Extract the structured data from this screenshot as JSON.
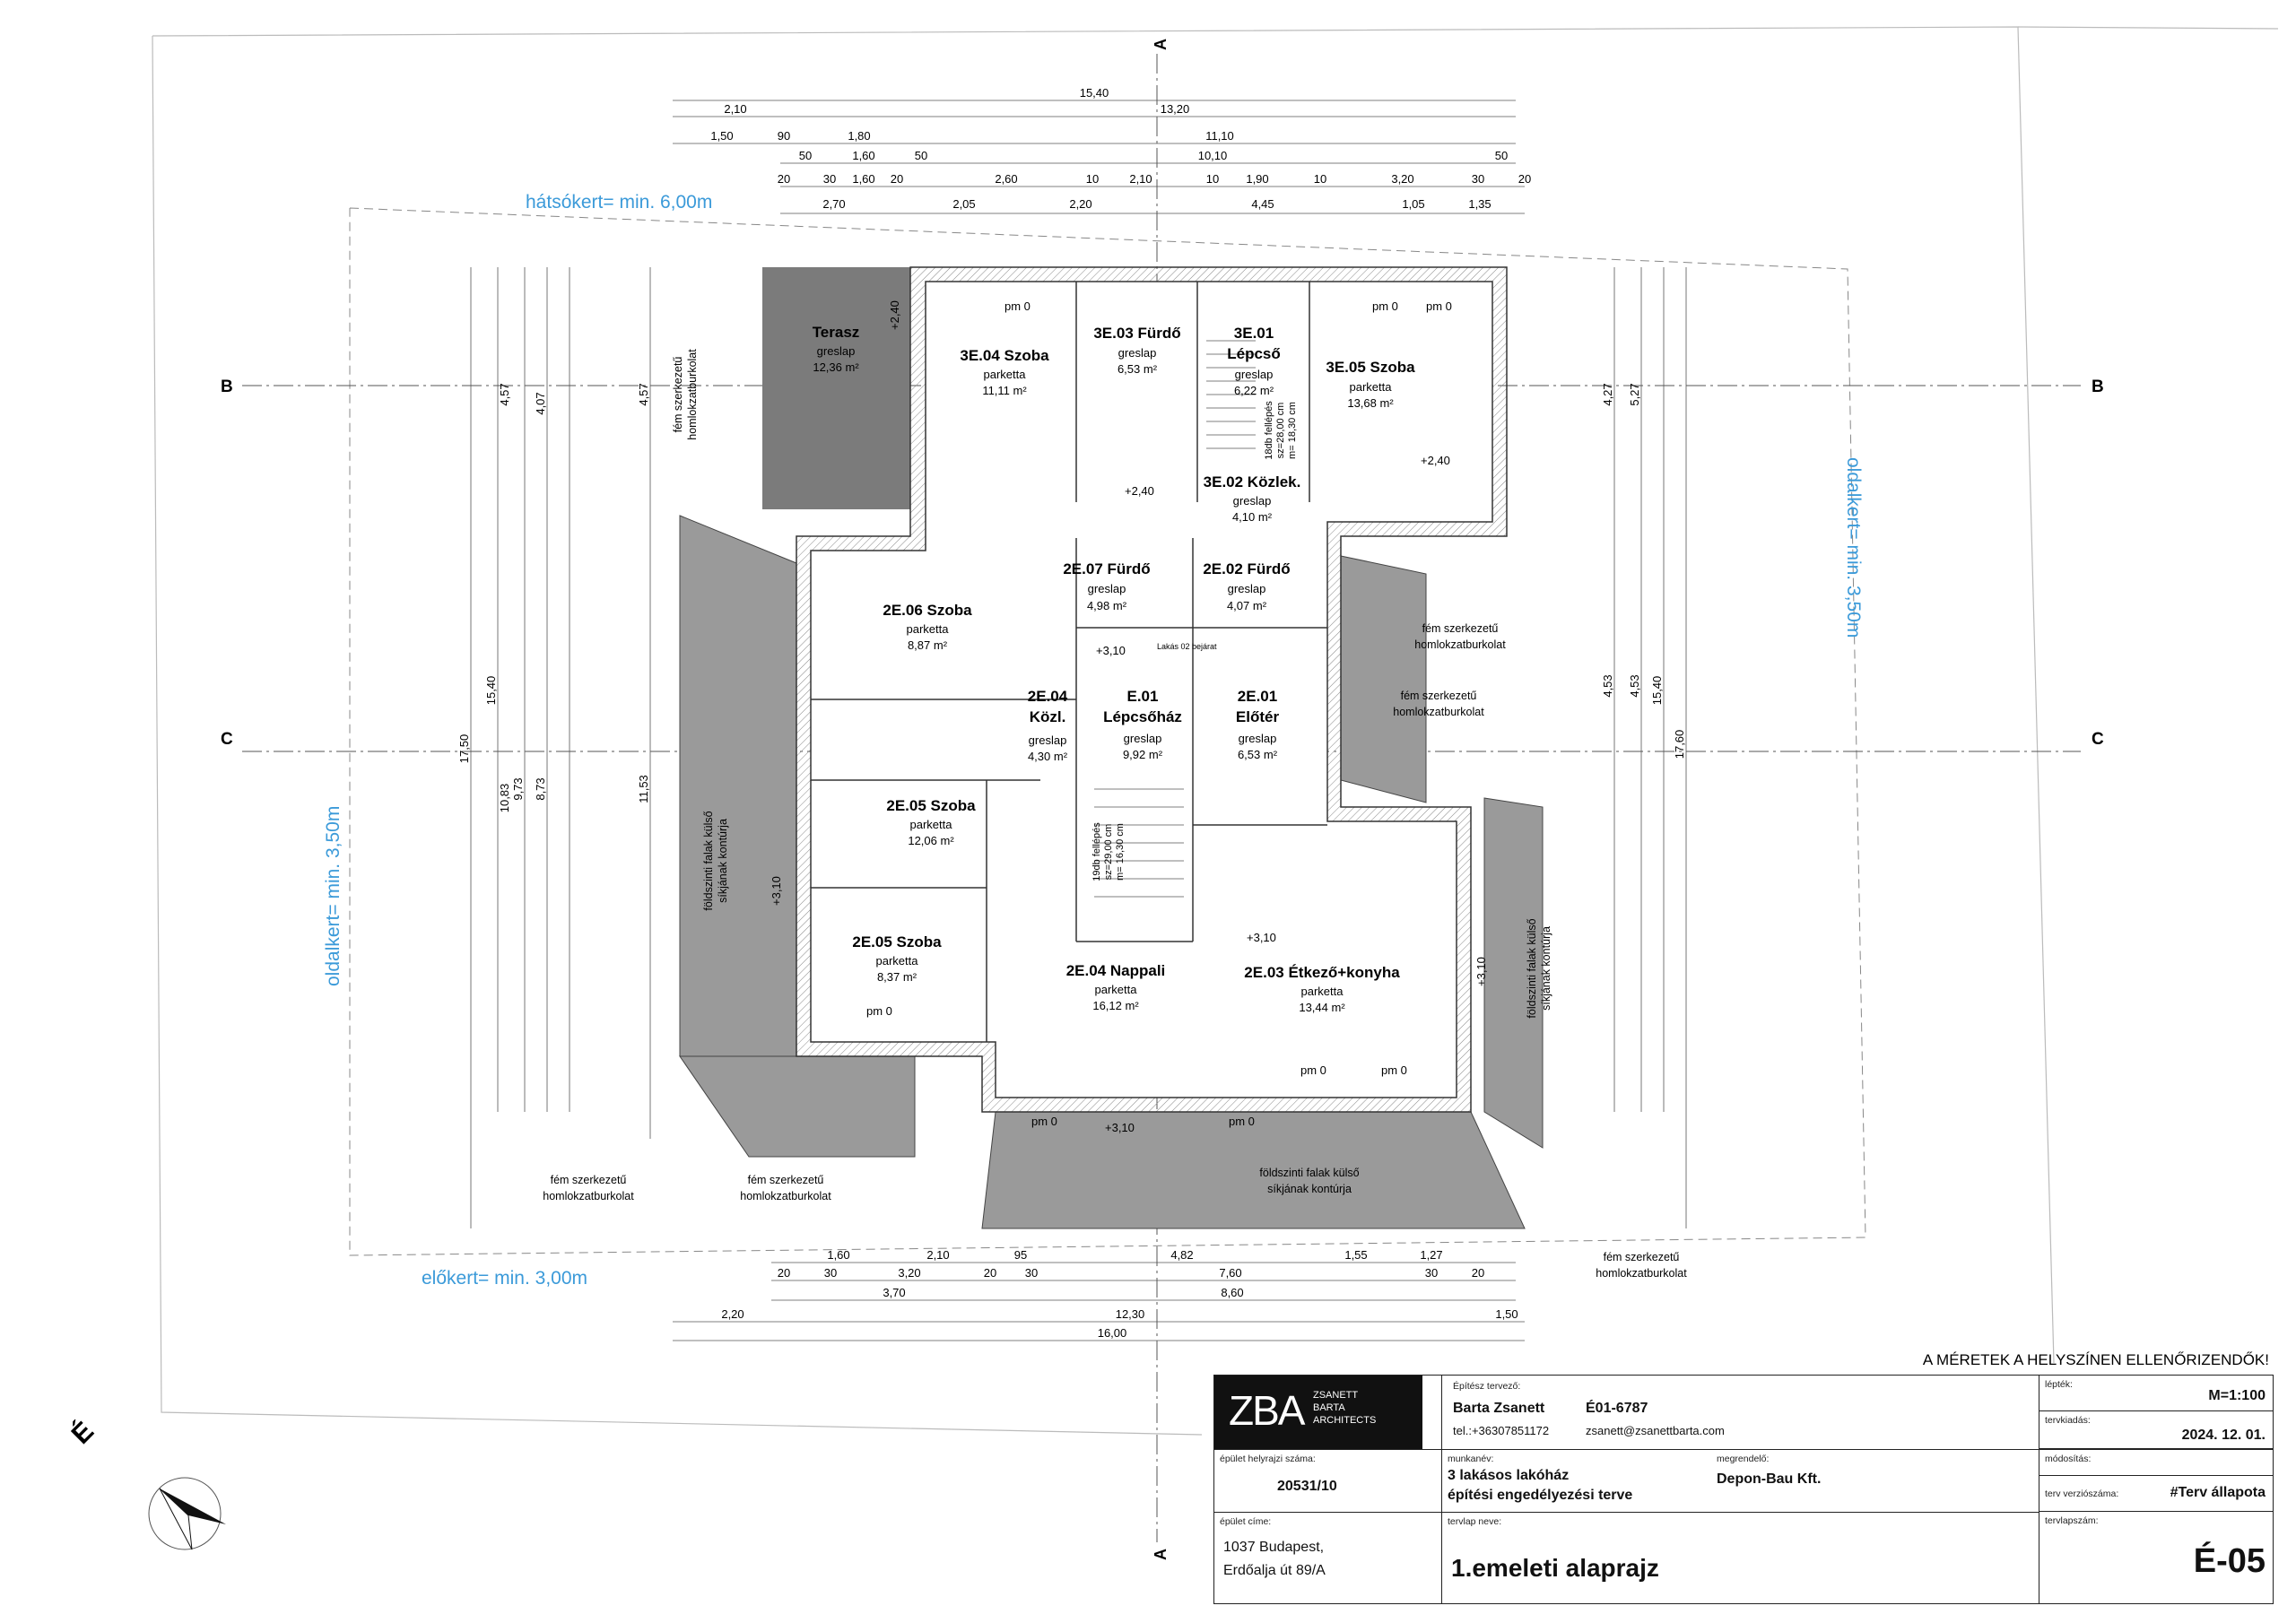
{
  "setbacks": {
    "rear": "hátsókert= min. 6,00m",
    "side_left": "oldalkert= min. 3,50m",
    "side_right": "oldalkert= min. 3,50m",
    "front": "előkert= min. 3,00m"
  },
  "section_labels": {
    "a": "A",
    "b": "B",
    "c": "C"
  },
  "north": "É",
  "rooms": [
    {
      "id": "terasz",
      "name": "Terasz",
      "floor": "greslap",
      "area": "12,36 m²"
    },
    {
      "id": "3e04",
      "name": "3E.04 Szoba",
      "floor": "parketta",
      "area": "11,11 m²"
    },
    {
      "id": "3e03",
      "name": "3E.03 Fürdő",
      "floor": "greslap",
      "area": "6,53 m²"
    },
    {
      "id": "3e01",
      "name": "3E.01",
      "name2": "Lépcső",
      "floor": "greslap",
      "area": "6,22 m²"
    },
    {
      "id": "3e05",
      "name": "3E.05 Szoba",
      "floor": "parketta",
      "area": "13,68 m²"
    },
    {
      "id": "3e02",
      "name": "3E.02 Közlek.",
      "floor": "greslap",
      "area": "4,10 m²"
    },
    {
      "id": "2e07",
      "name": "2E.07 Fürdő",
      "floor": "greslap",
      "area": "4,98 m²"
    },
    {
      "id": "2e02",
      "name": "2E.02 Fürdő",
      "floor": "greslap",
      "area": "4,07 m²"
    },
    {
      "id": "2e06",
      "name": "2E.06 Szoba",
      "floor": "parketta",
      "area": "8,87 m²"
    },
    {
      "id": "2e04k",
      "name": "2E.04",
      "name2": "Közl.",
      "floor": "greslap",
      "area": "4,30 m²"
    },
    {
      "id": "e01l",
      "name": "E.01",
      "name2": "Lépcsőház",
      "floor": "greslap",
      "area": "9,92 m²"
    },
    {
      "id": "2e01",
      "name": "2E.01",
      "name2": "Előtér",
      "floor": "greslap",
      "area": "6,53 m²"
    },
    {
      "id": "2e05a",
      "name": "2E.05 Szoba",
      "floor": "parketta",
      "area": "12,06 m²"
    },
    {
      "id": "2e05b",
      "name": "2E.05 Szoba",
      "floor": "parketta",
      "area": "8,37 m²"
    },
    {
      "id": "2e04n",
      "name": "2E.04 Nappali",
      "floor": "parketta",
      "area": "16,12 m²"
    },
    {
      "id": "2e03",
      "name": "2E.03 Étkező+konyha",
      "floor": "parketta",
      "area": "13,44 m²"
    }
  ],
  "dims_top": [
    {
      "row": "15,40"
    },
    {
      "a": "2,10",
      "b": "13,20"
    },
    {
      "a": "1,50",
      "b": "90",
      "c": "1,80",
      "d": "11,10"
    },
    {
      "a": "50",
      "b": "1,60",
      "c": "50",
      "d": "10,10",
      "e": "50"
    },
    {
      "v": [
        "20",
        "30",
        "1,60",
        "20",
        "2,60",
        "10",
        "2,10",
        "10",
        "1,90",
        "10",
        "3,20",
        "30",
        "20"
      ]
    },
    {
      "v": [
        "2,70",
        "2,05",
        "2,20",
        "4,45",
        "1,05",
        "1,35"
      ]
    }
  ],
  "dims_bottom": [
    {
      "v": [
        "1,60",
        "2,10",
        "95",
        "4,82",
        "1,55",
        "1,27"
      ]
    },
    {
      "v": [
        "20",
        "30",
        "3,20",
        "20",
        "30",
        "7,60",
        "30",
        "20"
      ]
    },
    {
      "v": [
        "3,70",
        "8,60"
      ]
    },
    {
      "v": [
        "2,20",
        "12,30",
        "1,50"
      ]
    },
    {
      "v": [
        "16,00"
      ]
    }
  ],
  "dims_left_outer": [
    "17,50",
    "15,40",
    "10,83",
    "11,53",
    "9,73",
    "8,73",
    "4,57",
    "4,07",
    "4,57"
  ],
  "dims_right_outer": [
    "17,60",
    "15,40",
    "4,53",
    "4,53",
    "4,27",
    "5,27"
  ],
  "notes": {
    "facade": "fém szerkezetű",
    "facade2": "homlokzatburkolat",
    "ground_contour1": "földszinti falak külső",
    "ground_contour2": "síkjának kontúrja",
    "stair1": "18db fellépés",
    "stair1b": "sz=28,00 cm",
    "stair1c": "m= 18,30 cm",
    "stair2": "19db fellépés",
    "stair2b": "sz=29,00 cm",
    "stair2c": "m= 16,30 cm",
    "entry": "Lakás 02 bejárat",
    "levels": [
      "+2,40",
      "+2,40",
      "+2,40",
      "+3,10",
      "+3,10",
      "+3,10",
      "+3,10",
      "+3,10"
    ],
    "pm0": "pm 0"
  },
  "check_notice": "A MÉRETEK A HELYSZÍNEN ELLENŐRIZENDŐK!",
  "title_block": {
    "logo": "ZBA",
    "logo_text1": "ZSANETT",
    "logo_text2": "BARTA",
    "logo_text3": "ARCHITECTS",
    "architect_label": "Építész tervező:",
    "architect_name": "Barta Zsanett",
    "architect_id": "É01-6787",
    "phone": "tel.:+36307851172",
    "email": "zsanett@zsanettbarta.com",
    "scale_label": "lépték:",
    "scale": "M=1:100",
    "date_label": "tervkiadás:",
    "date": "2024. 12. 01.",
    "mod_label": "módosítás:",
    "version_label": "terv verziószáma:",
    "version": "#Terv állapota",
    "parcel_label": "épület helyrajzi száma:",
    "parcel": "20531/10",
    "work_label": "munkanév:",
    "work1": "3 lakásos lakóház",
    "work2": "építési engedélyezési terve",
    "client_label": "megrendelő:",
    "client": "Depon-Bau Kft.",
    "address_label": "épület címe:",
    "address1": "1037 Budapest,",
    "address2": "Erdőalja út 89/A",
    "sheet_label": "tervlap neve:",
    "sheet": "1.emeleti alaprajz",
    "sheet_no_label": "tervlapszám:",
    "sheet_no": "É-05"
  },
  "colors": {
    "hatch": "#9a9a9a",
    "terrace": "#7b7b7b",
    "blue": "#3b9ad9",
    "wall": "#555555"
  }
}
